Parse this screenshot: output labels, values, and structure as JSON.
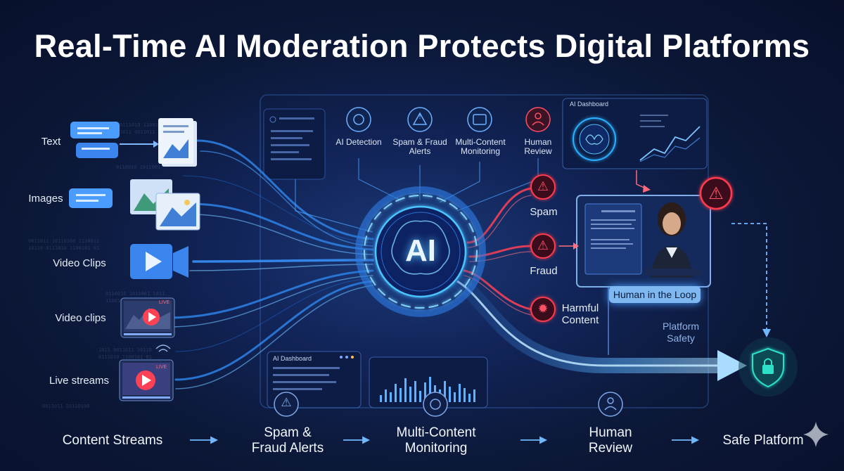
{
  "title": "Real-Time AI Moderation Protects Digital Platforms",
  "inputs": {
    "text": "Text",
    "images": "Images",
    "video_clips": "Video Clips",
    "video_clips_2": "Video clips",
    "live_streams": "Live streams",
    "live_badge": "LIVE"
  },
  "hub": {
    "label": "AI"
  },
  "top_features": {
    "ai_detection": "AI Detection",
    "spam_fraud_line1": "Spam & Fraud",
    "spam_fraud_line2": "Alerts",
    "multi_line1": "Multi-Content",
    "multi_line2": "Monitoring",
    "human_line1": "Human",
    "human_line2": "Review"
  },
  "dashboard_top": {
    "title": "AI Dashboard"
  },
  "dashboard_bottom": {
    "title": "AI Dashboard"
  },
  "alerts": {
    "spam": "Spam",
    "fraud": "Fraud",
    "harmful_line1": "Harmful",
    "harmful_line2": "Content"
  },
  "human_loop": {
    "label": "Human in the Loop"
  },
  "platform_safety": {
    "line1": "Platform",
    "line2": "Safety"
  },
  "pipeline": {
    "content_streams": "Content Streams",
    "spam_line1": "Spam &",
    "spam_line2": "Fraud Alerts",
    "multi_line1": "Multi-Content",
    "multi_line2": "Monitoring",
    "human_line1": "Human",
    "human_line2": "Review",
    "safe_platform": "Safe Platform"
  },
  "colors": {
    "accent_blue": "#3fa2ff",
    "alert_red": "#ff3b4e",
    "safe_teal": "#2fe0c8",
    "bg": "#0b1430"
  },
  "icons": {
    "text": "chat-bubble-icon",
    "images": "image-icon",
    "video": "video-camera-icon",
    "live": "live-stream-icon",
    "alert": "warning-triangle-icon",
    "shield": "shield-lock-icon",
    "chip": "ai-chip-icon",
    "person": "person-icon"
  }
}
